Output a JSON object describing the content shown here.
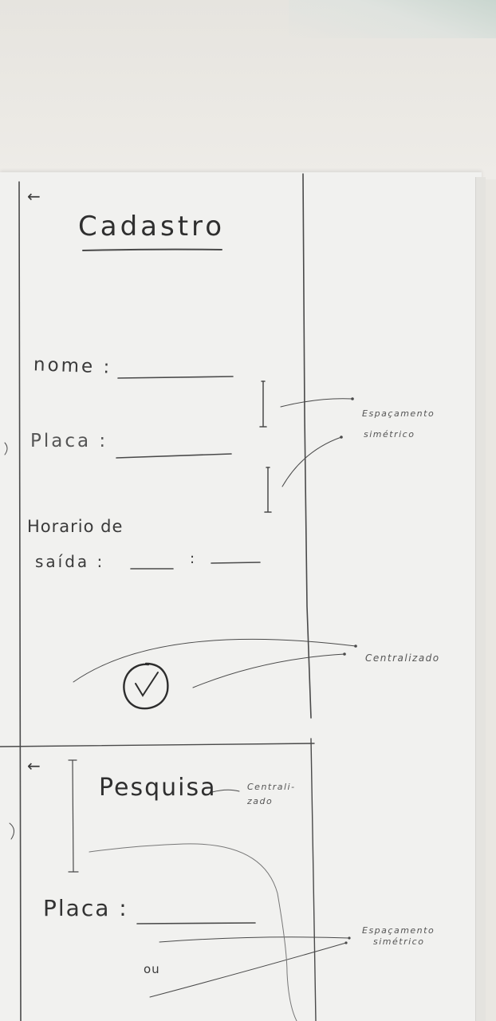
{
  "sketch_screen_1": {
    "back_glyph": "←",
    "title": "Cadastro",
    "fields": [
      {
        "label": "nome :"
      },
      {
        "label": "Placa :"
      },
      {
        "label_line1": "Horario de",
        "label_line2": "saída :",
        "separator": ":"
      }
    ],
    "confirm_icon": "check-circle-icon"
  },
  "sketch_screen_2": {
    "back_glyph": "←",
    "title": "Pesquisa",
    "field_label": "Placa :",
    "or_text": "ou"
  },
  "annotations": {
    "spacing_note_1_line1": "Espaçamento",
    "spacing_note_1_line2": "simétrico",
    "centered_note_1": "Centralizado",
    "centered_note_2_line1": "Centrali-",
    "centered_note_2_line2": "zado",
    "spacing_note_2_line1": "Espaçamento",
    "spacing_note_2_line2": "simétrico"
  },
  "colors": {
    "paper": "#f1f1ef",
    "pencil": "#3a3a3a",
    "background": "#e9e7e2"
  }
}
